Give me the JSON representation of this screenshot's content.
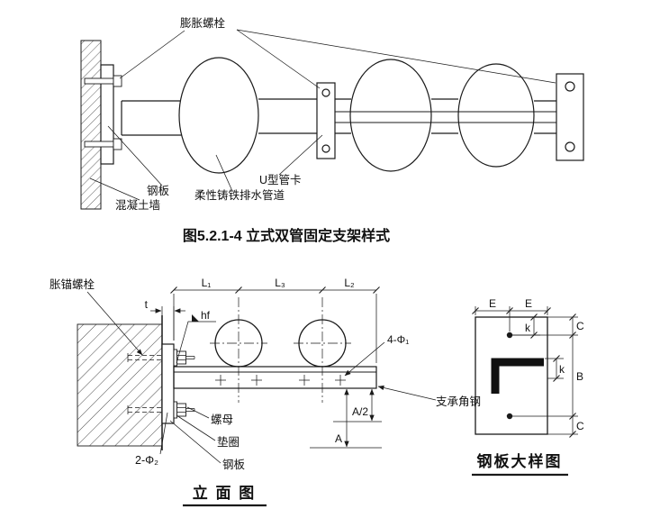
{
  "page": {
    "background": "#ffffff",
    "ink": "#1a1a1a"
  },
  "top": {
    "caption": "图5.2.1-4  立式双管固定支架样式",
    "labels": {
      "expansion_bolt": "膨胀螺栓",
      "steel_plate": "钢板",
      "concrete_wall": "混凝土墙",
      "u_clamp": "U型管卡",
      "pipe": "柔性铸铁排水管道"
    }
  },
  "elevation": {
    "title": "立 面 图",
    "labels": {
      "anchor_bolt": "胀锚螺栓",
      "l1": "L₁",
      "l3": "L₃",
      "l2": "L₂",
      "t": "t",
      "hf": "hf",
      "holes_angle": "4-Φ₁",
      "angle": "支承角钢",
      "a_half": "A/2",
      "a": "A",
      "nut": "螺母",
      "washer": "垫圈",
      "plate": "钢板",
      "holes_plate": "2-Φ₂"
    }
  },
  "detail": {
    "title": "钢板大样图",
    "labels": {
      "e_left": "E",
      "e_right": "E",
      "k_top": "k",
      "k_side": "k",
      "c_top": "C",
      "b": "B",
      "c_bottom": "C"
    }
  }
}
